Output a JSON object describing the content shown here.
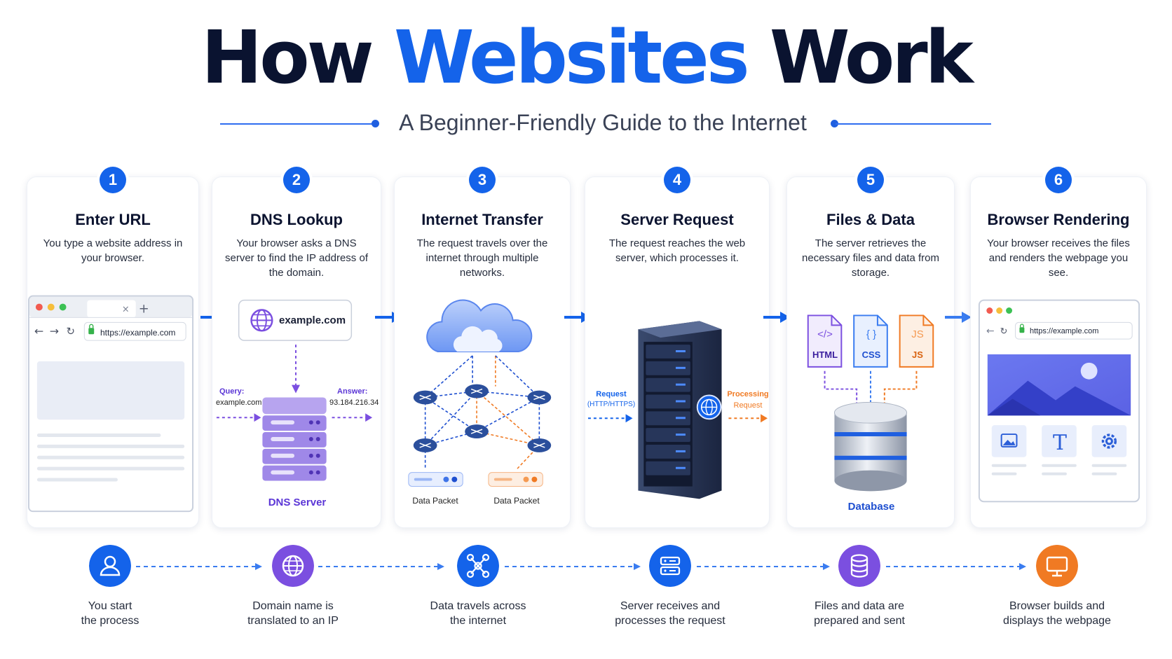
{
  "header": {
    "title_part1": "How",
    "title_part2": "Websites",
    "title_part3": "Work",
    "subtitle": "A Beginner-Friendly Guide to the Internet"
  },
  "colors": {
    "accent_blue": "#1463ea",
    "dark_navy": "#0a1330",
    "purple": "#7b4fe0",
    "orange": "#f07a23"
  },
  "steps": [
    {
      "num": "1",
      "title": "Enter URL",
      "desc": "You type a website address in your browser.",
      "browser_url": "https://example.com"
    },
    {
      "num": "2",
      "title": "DNS Lookup",
      "desc": "Your browser asks a DNS server to find the IP address of the domain.",
      "domain_box": "example.com",
      "query_label": "Query:",
      "query_value": "example.com",
      "answer_label": "Answer:",
      "answer_value": "93.184.216.34",
      "server_label": "DNS Server"
    },
    {
      "num": "3",
      "title": "Internet Transfer",
      "desc": "The request travels over the internet through multiple networks.",
      "packet_left": "Data Packet",
      "packet_right": "Data Packet"
    },
    {
      "num": "4",
      "title": "Server Request",
      "desc": "The request reaches the web server, which processes it.",
      "request_label": "Request",
      "request_sub": "(HTTP/HTTPS)",
      "processing_label": "Processing",
      "processing_sub": "Request"
    },
    {
      "num": "5",
      "title": "Files & Data",
      "desc": "The server retrieves the necessary files and data from storage.",
      "file_html": "HTML",
      "file_css": "CSS",
      "file_js": "JS",
      "file_js_glyph": "JS",
      "file_html_glyph": "</>",
      "file_css_glyph": "{ }",
      "db_label": "Database"
    },
    {
      "num": "6",
      "title": "Browser Rendering",
      "desc": "Your browser receives the files and renders the webpage you see.",
      "browser_url": "https://example.com",
      "text_glyph": "T"
    }
  ],
  "flow": [
    {
      "icon": "user-icon",
      "label1": "You start",
      "label2": "the process",
      "color": "#1463ea"
    },
    {
      "icon": "globe-icon",
      "label1": "Domain name is",
      "label2": "translated to an IP",
      "color": "#7b4fe0"
    },
    {
      "icon": "network-icon",
      "label1": "Data travels across",
      "label2": "the internet",
      "color": "#1463ea"
    },
    {
      "icon": "server-icon",
      "label1": "Server receives and",
      "label2": "processes the request",
      "color": "#1463ea"
    },
    {
      "icon": "database-icon",
      "label1": "Files and data are",
      "label2": "prepared and sent",
      "color": "#7b4fe0"
    },
    {
      "icon": "monitor-icon",
      "label1": "Browser builds and",
      "label2": "displays the webpage",
      "color": "#f07a23"
    }
  ]
}
